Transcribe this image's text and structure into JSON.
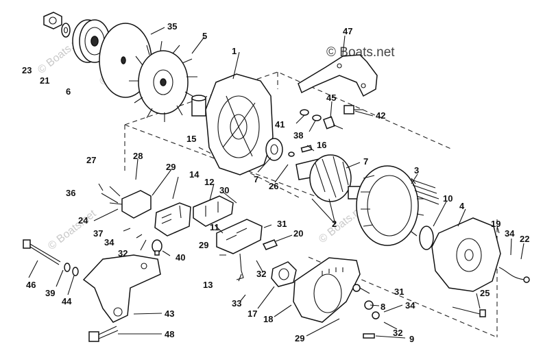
{
  "diagram": {
    "watermark": "© Boats.net",
    "faint_watermark": "© Boats.net",
    "labels": {
      "p1": "1",
      "p2": "2",
      "p3": "3",
      "p4": "4",
      "p5": "5",
      "p6": "6",
      "p7a": "7",
      "p7b": "7",
      "p8": "8",
      "p9": "9",
      "p10": "10",
      "p11": "11",
      "p12": "12",
      "p13": "13",
      "p14": "14",
      "p15": "15",
      "p16": "16",
      "p17": "17",
      "p18": "18",
      "p19": "19",
      "p20": "20",
      "p21": "21",
      "p22": "22",
      "p23": "23",
      "p24": "24",
      "p25": "25",
      "p26": "26",
      "p27": "27",
      "p28": "28",
      "p29a": "29",
      "p29b": "29",
      "p29c": "29",
      "p30": "30",
      "p31a": "31",
      "p31b": "31",
      "p32a": "32",
      "p32b": "32",
      "p32c": "32",
      "p33": "33",
      "p34a": "34",
      "p34b": "34",
      "p34c": "34",
      "p35": "35",
      "p36": "36",
      "p37": "37",
      "p38": "38",
      "p39": "39",
      "p40": "40",
      "p41": "41",
      "p42": "42",
      "p43": "43",
      "p44": "44",
      "p45": "45",
      "p46": "46",
      "p47": "47",
      "p48": "48"
    }
  }
}
